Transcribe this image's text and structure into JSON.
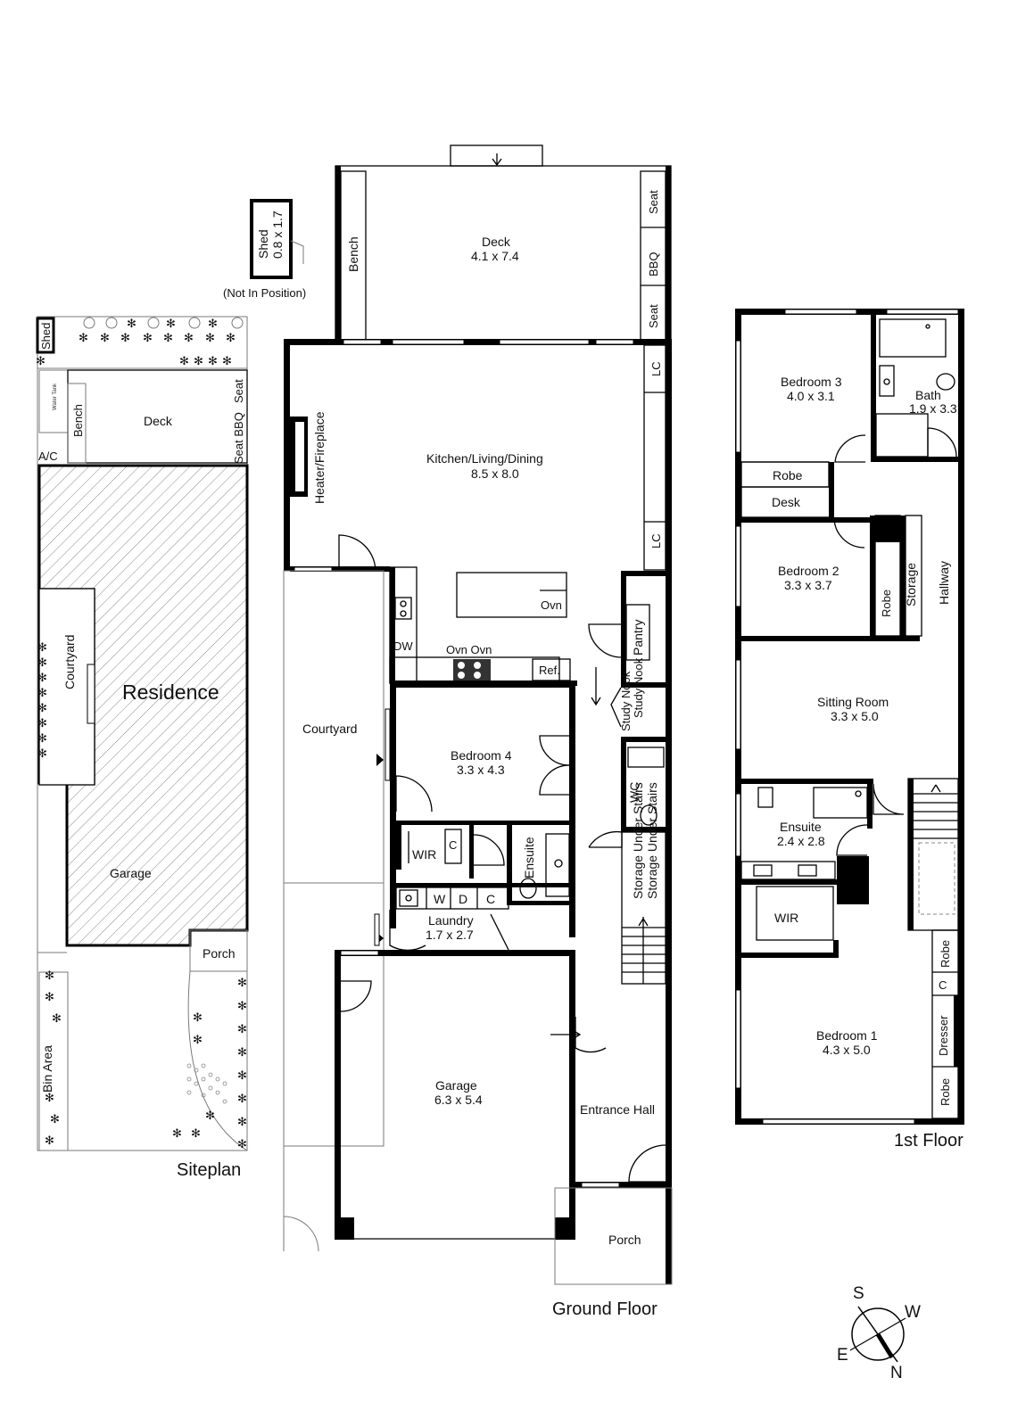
{
  "titles": {
    "siteplan": "Siteplan",
    "ground": "Ground Floor",
    "first": "1st Floor"
  },
  "compass": {
    "s": "S",
    "w": "W",
    "e": "E",
    "n": "N"
  },
  "shed": {
    "name": "Shed",
    "size": "0.8 x 1.7",
    "note": "(Not In Position)"
  },
  "siteplan": {
    "shed": "Shed",
    "water_tank": "Water Tank",
    "bench": "Bench",
    "deck": "Deck",
    "seat": "Seat",
    "seat_bbq": "Seat BBQ",
    "ac": "A/C",
    "courtyard": "Courtyard",
    "residence": "Residence",
    "garage": "Garage",
    "porch": "Porch",
    "bin_area": "Bin Area"
  },
  "ground": {
    "deck": {
      "name": "Deck",
      "size": "4.1 x 7.4"
    },
    "bench": "Bench",
    "seat": "Seat",
    "bbq": "BBQ",
    "lc": "LC",
    "heater": "Heater/Fireplace",
    "kitchen": {
      "name": "Kitchen/Living/Dining",
      "size": "8.5 x 8.0"
    },
    "ovn": "Ovn",
    "ovn_ovn": "Ovn Ovn",
    "dw": "DW",
    "ref": "Ref.",
    "pantry": "Pantry",
    "study_nook": "Study Nook",
    "courtyard": "Courtyard",
    "bed4": {
      "name": "Bedroom 4",
      "size": "3.3 x 4.3"
    },
    "wc": "WC",
    "wir": "WIR",
    "c": "C",
    "ensuite": "Ensuite",
    "storage_under_stairs": "Storage Under Stairs",
    "w": "W",
    "d": "D",
    "laundry": {
      "name": "Laundry",
      "size": "1.7 x 2.7"
    },
    "garage": {
      "name": "Garage",
      "size": "6.3 x 5.4"
    },
    "entrance_hall": "Entrance Hall",
    "porch": "Porch"
  },
  "first": {
    "bed3": {
      "name": "Bedroom 3",
      "size": "4.0 x 3.1"
    },
    "bath": {
      "name": "Bath",
      "size": "1.9 x 3.3"
    },
    "robe": "Robe",
    "desk": "Desk",
    "bed2": {
      "name": "Bedroom 2",
      "size": "3.3 x 3.7"
    },
    "storage": "Storage",
    "hallway": "Hallway",
    "sitting": {
      "name": "Sitting Room",
      "size": "3.3 x 5.0"
    },
    "ensuite": {
      "name": "Ensuite",
      "size": "2.4 x 2.8"
    },
    "wir": "WIR",
    "c": "C",
    "dresser": "Dresser",
    "bed1": {
      "name": "Bedroom 1",
      "size": "4.3 x 5.0"
    }
  }
}
